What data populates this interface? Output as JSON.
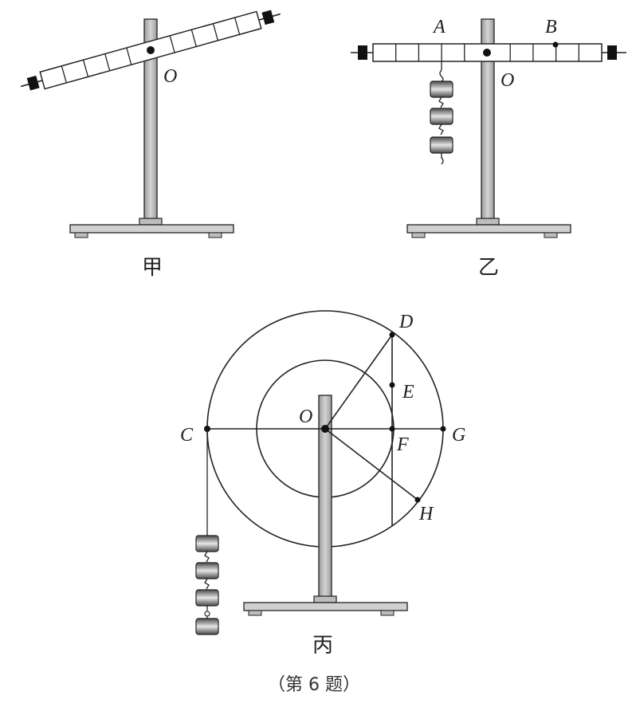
{
  "figures": {
    "jia": {
      "caption": "甲",
      "pivot_label": "O"
    },
    "yi": {
      "caption": "乙",
      "pivot_label": "O",
      "point_a_label": "A",
      "point_b_label": "B",
      "weight_count": 3
    },
    "bing": {
      "caption": "丙",
      "labels": {
        "O": "O",
        "C": "C",
        "D": "D",
        "E": "E",
        "F": "F",
        "G": "G",
        "H": "H"
      },
      "weight_count": 4
    }
  },
  "footnote": "（第 6 题）",
  "colors": {
    "ink": "#222222",
    "stand": "#bdbdbd",
    "weight_dark": "#555555",
    "weight_light": "#e0e0e0"
  }
}
